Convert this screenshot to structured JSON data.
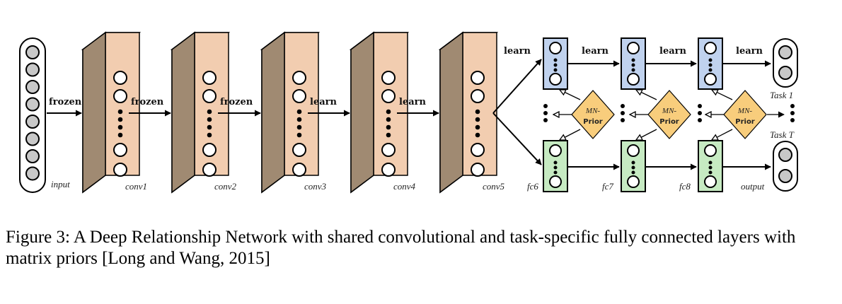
{
  "diagram": {
    "input_label": "input",
    "conv_labels": [
      "conv1",
      "conv2",
      "conv3",
      "conv4",
      "conv5"
    ],
    "conv_edge_labels": [
      "frozen",
      "frozen",
      "frozen",
      "learn",
      "learn"
    ],
    "fc_labels": [
      "fc6",
      "fc7",
      "fc8"
    ],
    "fc_edge_labels": [
      "learn",
      "learn",
      "learn",
      "learn"
    ],
    "prior_top": "MN-",
    "prior_bottom": "Prior",
    "output_label": "output",
    "task_first": "Task 1",
    "task_last": "Task T",
    "colors": {
      "input_fill": "#c8c8c8",
      "conv_face": "#f2cdb0",
      "conv_side": "#a08a72",
      "fc_top": "#c0d2ee",
      "fc_bottom": "#c6eac2",
      "prior": "#f8cd7c"
    }
  },
  "caption": "Figure 3: A Deep Relationship Network with shared convolutional and task-specific fully connected layers with matrix priors [Long and Wang, 2015]"
}
